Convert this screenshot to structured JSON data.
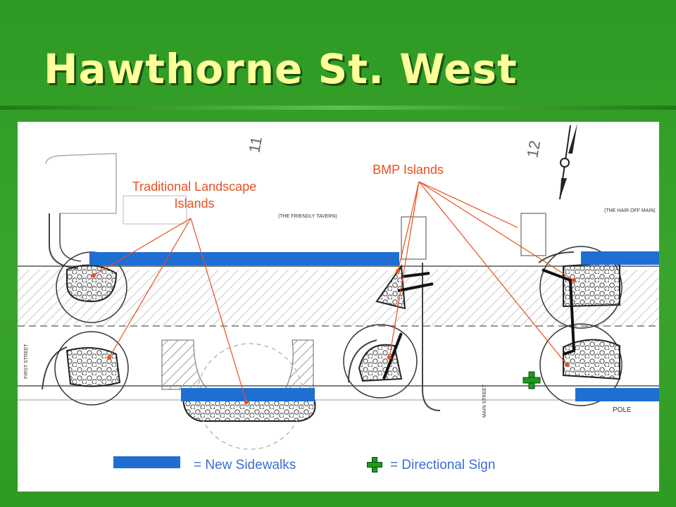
{
  "slide": {
    "title": "Hawthorne St. West"
  },
  "plan": {
    "labels": {
      "traditional_islands": "Traditional Landscape\nIslands",
      "bmp_islands": "BMP Islands"
    },
    "map_text": {
      "friendly_tavern": "(THE FRIENDLY TAVERN)",
      "hair_off_main": "(THE HAIR OFF MAIN)",
      "first_street": "FIRST STREET",
      "main_street": "MAIN STREET",
      "pole": "POLE",
      "block_11": "11",
      "block_12": "12"
    }
  },
  "legend": {
    "sidewalks_label": "= New Sidewalks",
    "sign_label": "= Directional Sign"
  },
  "colors": {
    "background": "#3aa52c",
    "title": "#ffff99",
    "sidewalk": "#1e6fd1",
    "annotation": "#e8501e",
    "legend_text": "#3a6fd6",
    "sign": "#1f9a1f"
  }
}
